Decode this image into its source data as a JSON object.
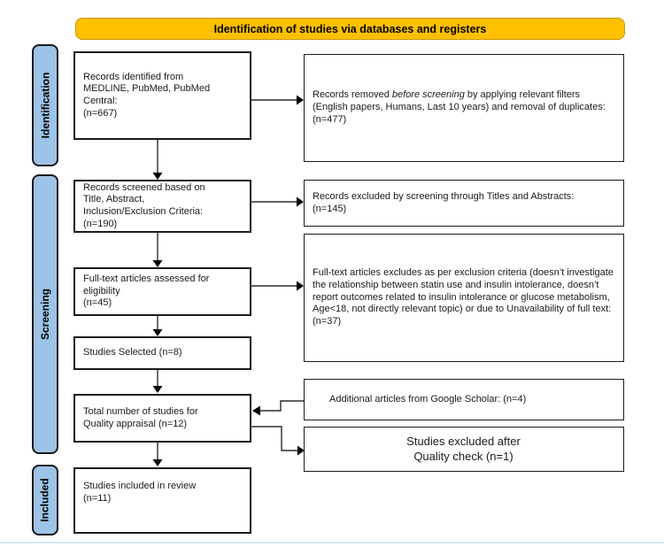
{
  "banner": {
    "title": "Identification of studies via databases and registers"
  },
  "stages": [
    {
      "label": "Identification"
    },
    {
      "label": "Screening"
    },
    {
      "label": "Included"
    }
  ],
  "flow_left": [
    {
      "text": "Records identified from\nMEDLINE, PubMed, PubMed\nCentral:\n(n=667)"
    },
    {
      "text": "Records screened based on\nTitle, Abstract,\nInclusion/Exclusion Criteria:\n(n=190)"
    },
    {
      "text": "Full-text articles assessed for\neligibility\n(n=45)"
    },
    {
      "text": "Studies Selected (n=8)"
    },
    {
      "text": "Total number of studies for\nQuality appraisal (n=12)"
    },
    {
      "text": "Studies included in review\n(n=11)"
    }
  ],
  "flow_right": {
    "removed_before_screening": {
      "prefix": "Records removed ",
      "italic": "before screening",
      "suffix": " by applying relevant filters (English papers, Humans, Last 10 years) and removal of duplicates: (n=477)"
    },
    "excluded_screening": "Records excluded by screening through Titles and Abstracts:\n(n=145)",
    "fulltext_excluded": "Full-text articles excludes as per exclusion criteria (doesn’t investigate the relationship between statin use and insulin intolerance, doesn’t report outcomes related to insulin intolerance or glucose metabolism, Age<18, not directly relevant topic) or due to Unavailability of full text: (n=37)",
    "google_scholar": "Additional articles from Google Scholar: (n=4)",
    "quality_excluded": "Studies excluded after\nQuality check (n=1)"
  },
  "colors": {
    "banner_fill": "#FFC000",
    "banner_border": "#C99700",
    "stage_fill": "#9DC3E6",
    "stage_border": "#1A1A1A",
    "box_border": "#1A1A1A",
    "arrow_line": "#2B2B2B",
    "arrow_head": "#000000",
    "bottom_rule": "#D9E5EC"
  }
}
